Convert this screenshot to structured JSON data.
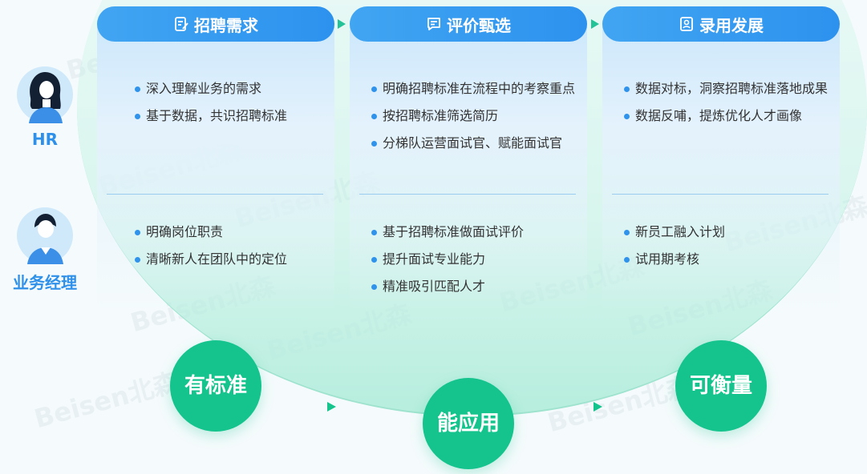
{
  "roles": {
    "hr": "HR",
    "manager": "业务经理"
  },
  "columns": [
    {
      "title": "招聘需求",
      "hr_items": [
        "深入理解业务的需求",
        "基于数据，共识招聘标准"
      ],
      "manager_items": [
        "明确岗位职责",
        "清晰新人在团队中的定位"
      ]
    },
    {
      "title": "评价甄选",
      "hr_items": [
        "明确招聘标准在流程中的考察重点",
        "按招聘标准筛选简历",
        "分梯队运营面试官、赋能面试官"
      ],
      "manager_items": [
        "基于招聘标准做面试评价",
        "提升面试专业能力",
        "精准吸引匹配人才"
      ]
    },
    {
      "title": "录用发展",
      "hr_items": [
        "数据对标，洞察招聘标准落地成果",
        "数据反哺，提炼优化人才画像"
      ],
      "manager_items": [
        "新员工融入计划",
        "试用期考核"
      ]
    }
  ],
  "outcomes": [
    "有标准",
    "能应用",
    "可衡量"
  ],
  "watermark": "Beisen北森",
  "colors": {
    "header": "#2c92ee",
    "outcome": "#14c48c",
    "role": "#2f90ea"
  },
  "icons": [
    "document-edit-icon",
    "comment-icon",
    "hire-profile-icon"
  ]
}
